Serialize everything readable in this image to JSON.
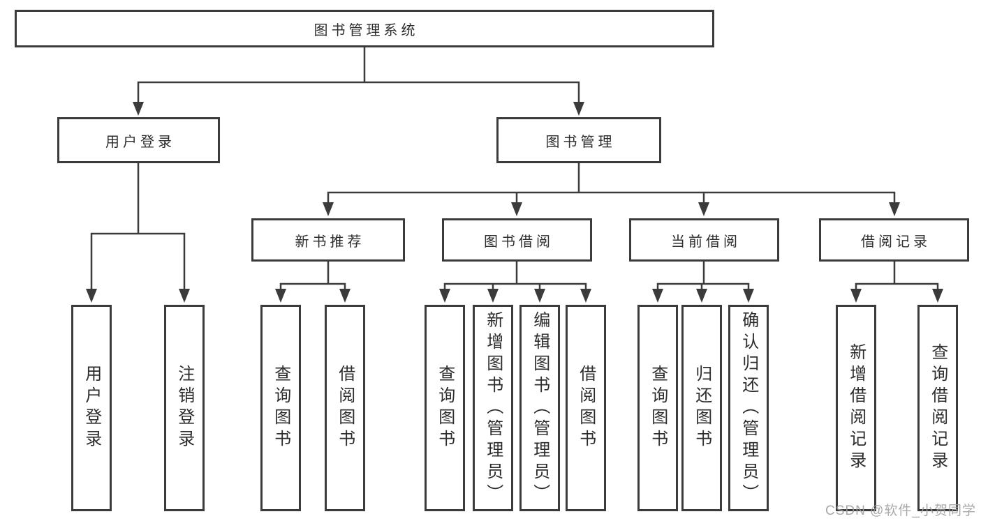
{
  "tree": {
    "root": {
      "label": "图书管理系统"
    },
    "branches": {
      "user_login": {
        "label": "用户登录",
        "children": {
          "login": "用户登录",
          "logout": "注销登录"
        }
      },
      "book_management": {
        "label": "图书管理",
        "sections": {
          "new_book_recommend": {
            "label": "新书推荐",
            "children": {
              "query_book": "查询图书",
              "borrow_book": "借阅图书"
            }
          },
          "book_borrow": {
            "label": "图书借阅",
            "children": {
              "query_book": "查询图书",
              "add_book": "新增图书（管理员）",
              "edit_book": "编辑图书（管理员）",
              "borrow_book": "借阅图书"
            }
          },
          "current_borrow": {
            "label": "当前借阅",
            "children": {
              "query_book": "查询图书",
              "return_book": "归还图书",
              "confirm_return": "确认归还（管理员）"
            }
          },
          "borrow_records": {
            "label": "借阅记录",
            "children": {
              "add_record": "新增借阅记录",
              "query_record": "查询借阅记录"
            }
          }
        }
      }
    }
  },
  "watermark": "CSDN @软件_小贺同学",
  "colors": {
    "background": "#ffffff",
    "line": "#3b3b3b",
    "box_border": "#3b3b3b",
    "text": "#2d2d2d",
    "watermark": "#9e9e9e"
  }
}
